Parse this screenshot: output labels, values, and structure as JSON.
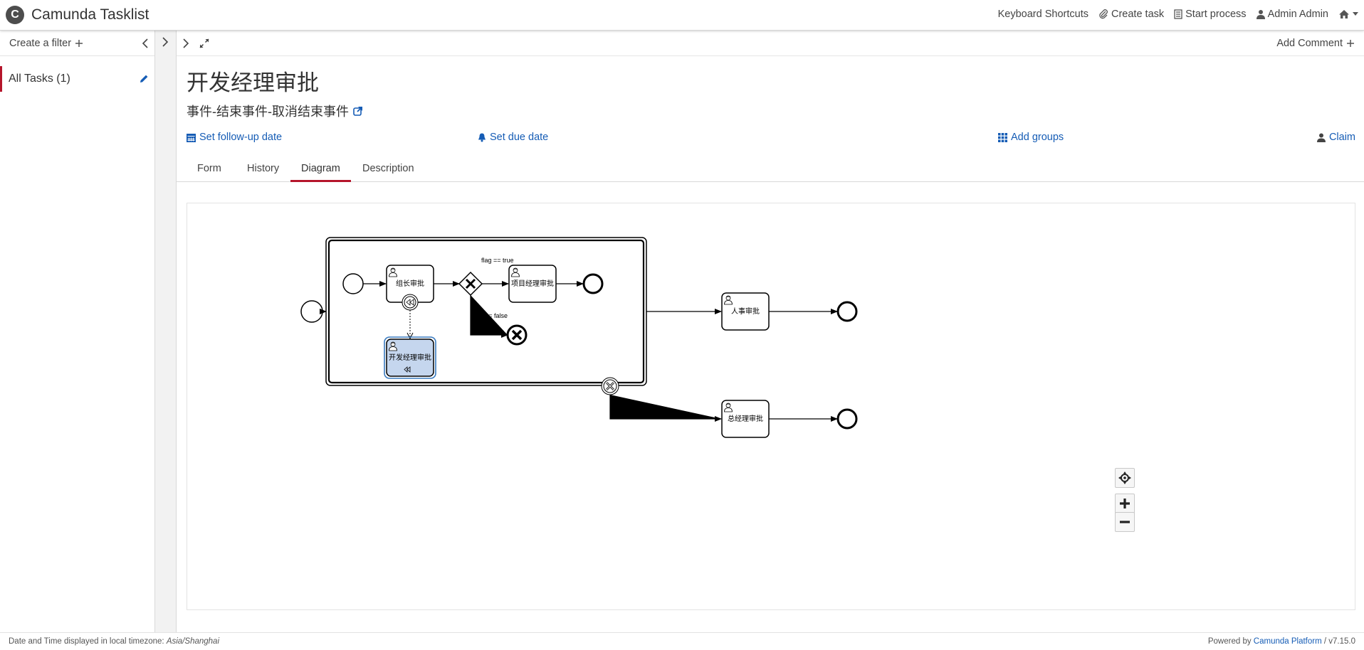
{
  "app": {
    "title": "Camunda Tasklist",
    "logo_letter": "C"
  },
  "header": {
    "keyboard_shortcuts": "Keyboard Shortcuts",
    "create_task": "Create task",
    "start_process": "Start process",
    "user": "Admin Admin"
  },
  "sidebar": {
    "create_filter": "Create a filter",
    "filters": [
      {
        "label": "All Tasks (1)"
      }
    ]
  },
  "task": {
    "add_comment": "Add Comment",
    "title": "开发经理审批",
    "process_name": "事件-结束事件-取消结束事件",
    "actions": {
      "follow_up": "Set follow-up date",
      "due": "Set due date",
      "groups": "Add groups",
      "claim": "Claim"
    },
    "tabs": [
      "Form",
      "History",
      "Diagram",
      "Description"
    ],
    "active_tab": "Diagram"
  },
  "diagram": {
    "tasks": {
      "group_leader": "组长审批",
      "dev_manager": "开发经理审批",
      "project_manager": "项目经理审批",
      "hr": "人事审批",
      "general_manager": "总经理审批"
    },
    "conditions": {
      "true_flow": "flag == true",
      "false_flow": "flag == false"
    }
  },
  "footer": {
    "timezone_prefix": "Date and Time displayed in local timezone:",
    "timezone": "Asia/Shanghai",
    "powered_prefix": "Powered by",
    "platform": "Camunda Platform",
    "version": "/ v7.15.0"
  },
  "colors": {
    "accent": "#b5152b",
    "link": "#155cb5",
    "active_task_fill": "#c5d6ee",
    "active_task_stroke": "#3a7bc0"
  }
}
